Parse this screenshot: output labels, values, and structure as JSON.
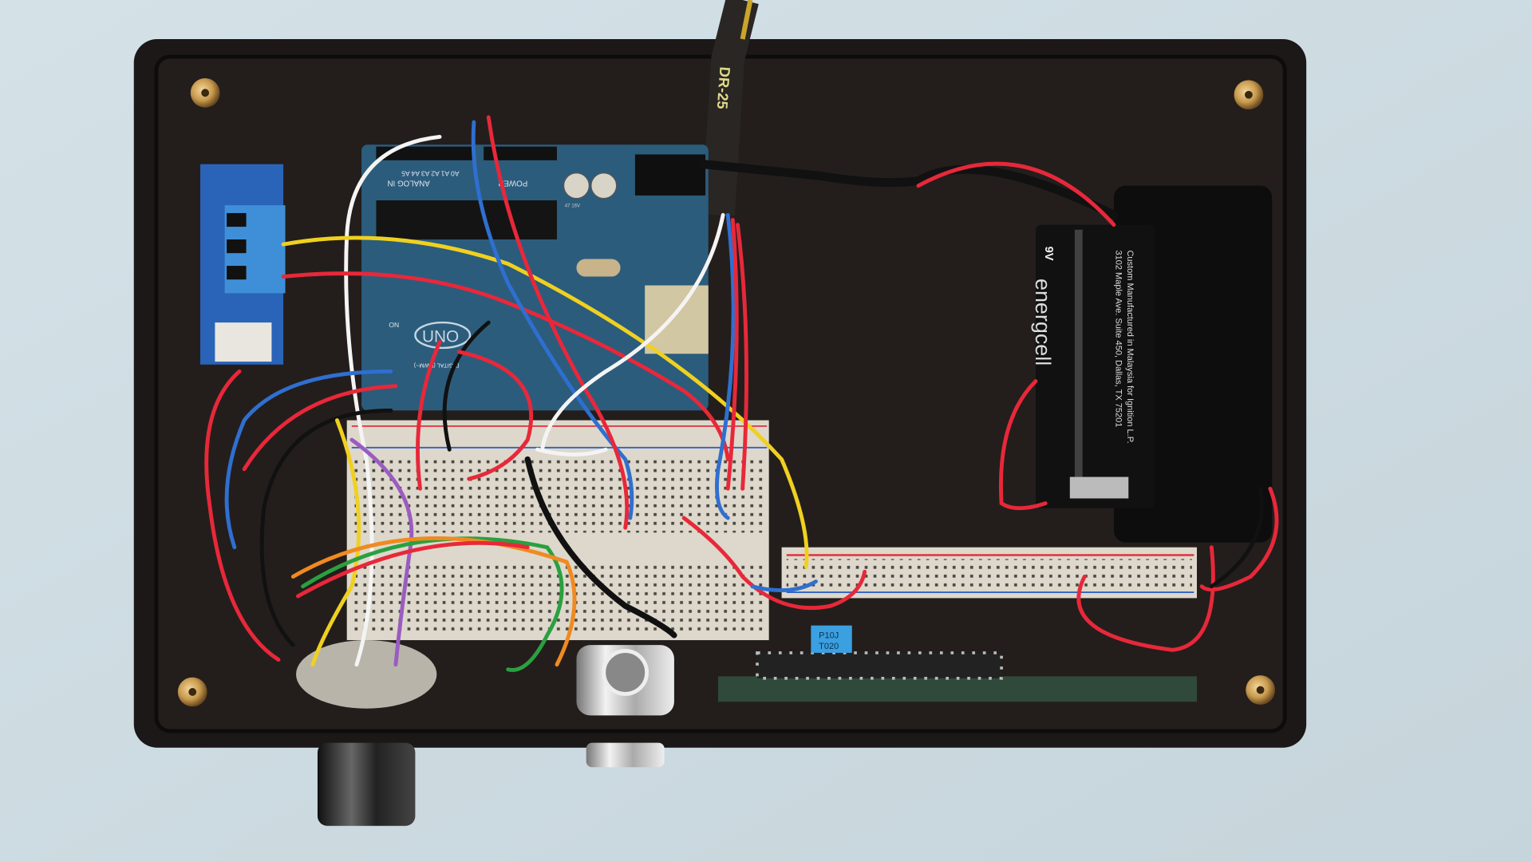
{
  "scene": {
    "cable_print": "DR-25",
    "arduino": {
      "board_name": "UNO",
      "analog_header": "ANALOG IN",
      "power_header": "POWER",
      "analog_pins": "A0 A1 A2 A3 A4 A5",
      "on_led": "ON",
      "digital_label": "DIGITAL (PWM~)",
      "cap_label": "47 16V"
    },
    "battery": {
      "voltage": "9V",
      "brand": "energcell",
      "label_line_1": "Custom Manufactured in Malaysia for Ignition L.P.",
      "label_line_2": "3102 Maple Ave. Suite 450, Dallas, TX 75201"
    },
    "capacitor": {
      "line_1": "P10J",
      "line_2": "T020"
    },
    "colors": {
      "background": "#cfdde3",
      "enclosure": "#1b1817",
      "arduino_pcb": "#2b5c7c",
      "breadboard": "#ddd8cb",
      "brass": "#c89a4e",
      "wire_red": "#e8283a",
      "wire_blue": "#2f6fd0",
      "wire_yellow": "#f0d020",
      "wire_white": "#f4f4f4"
    }
  }
}
